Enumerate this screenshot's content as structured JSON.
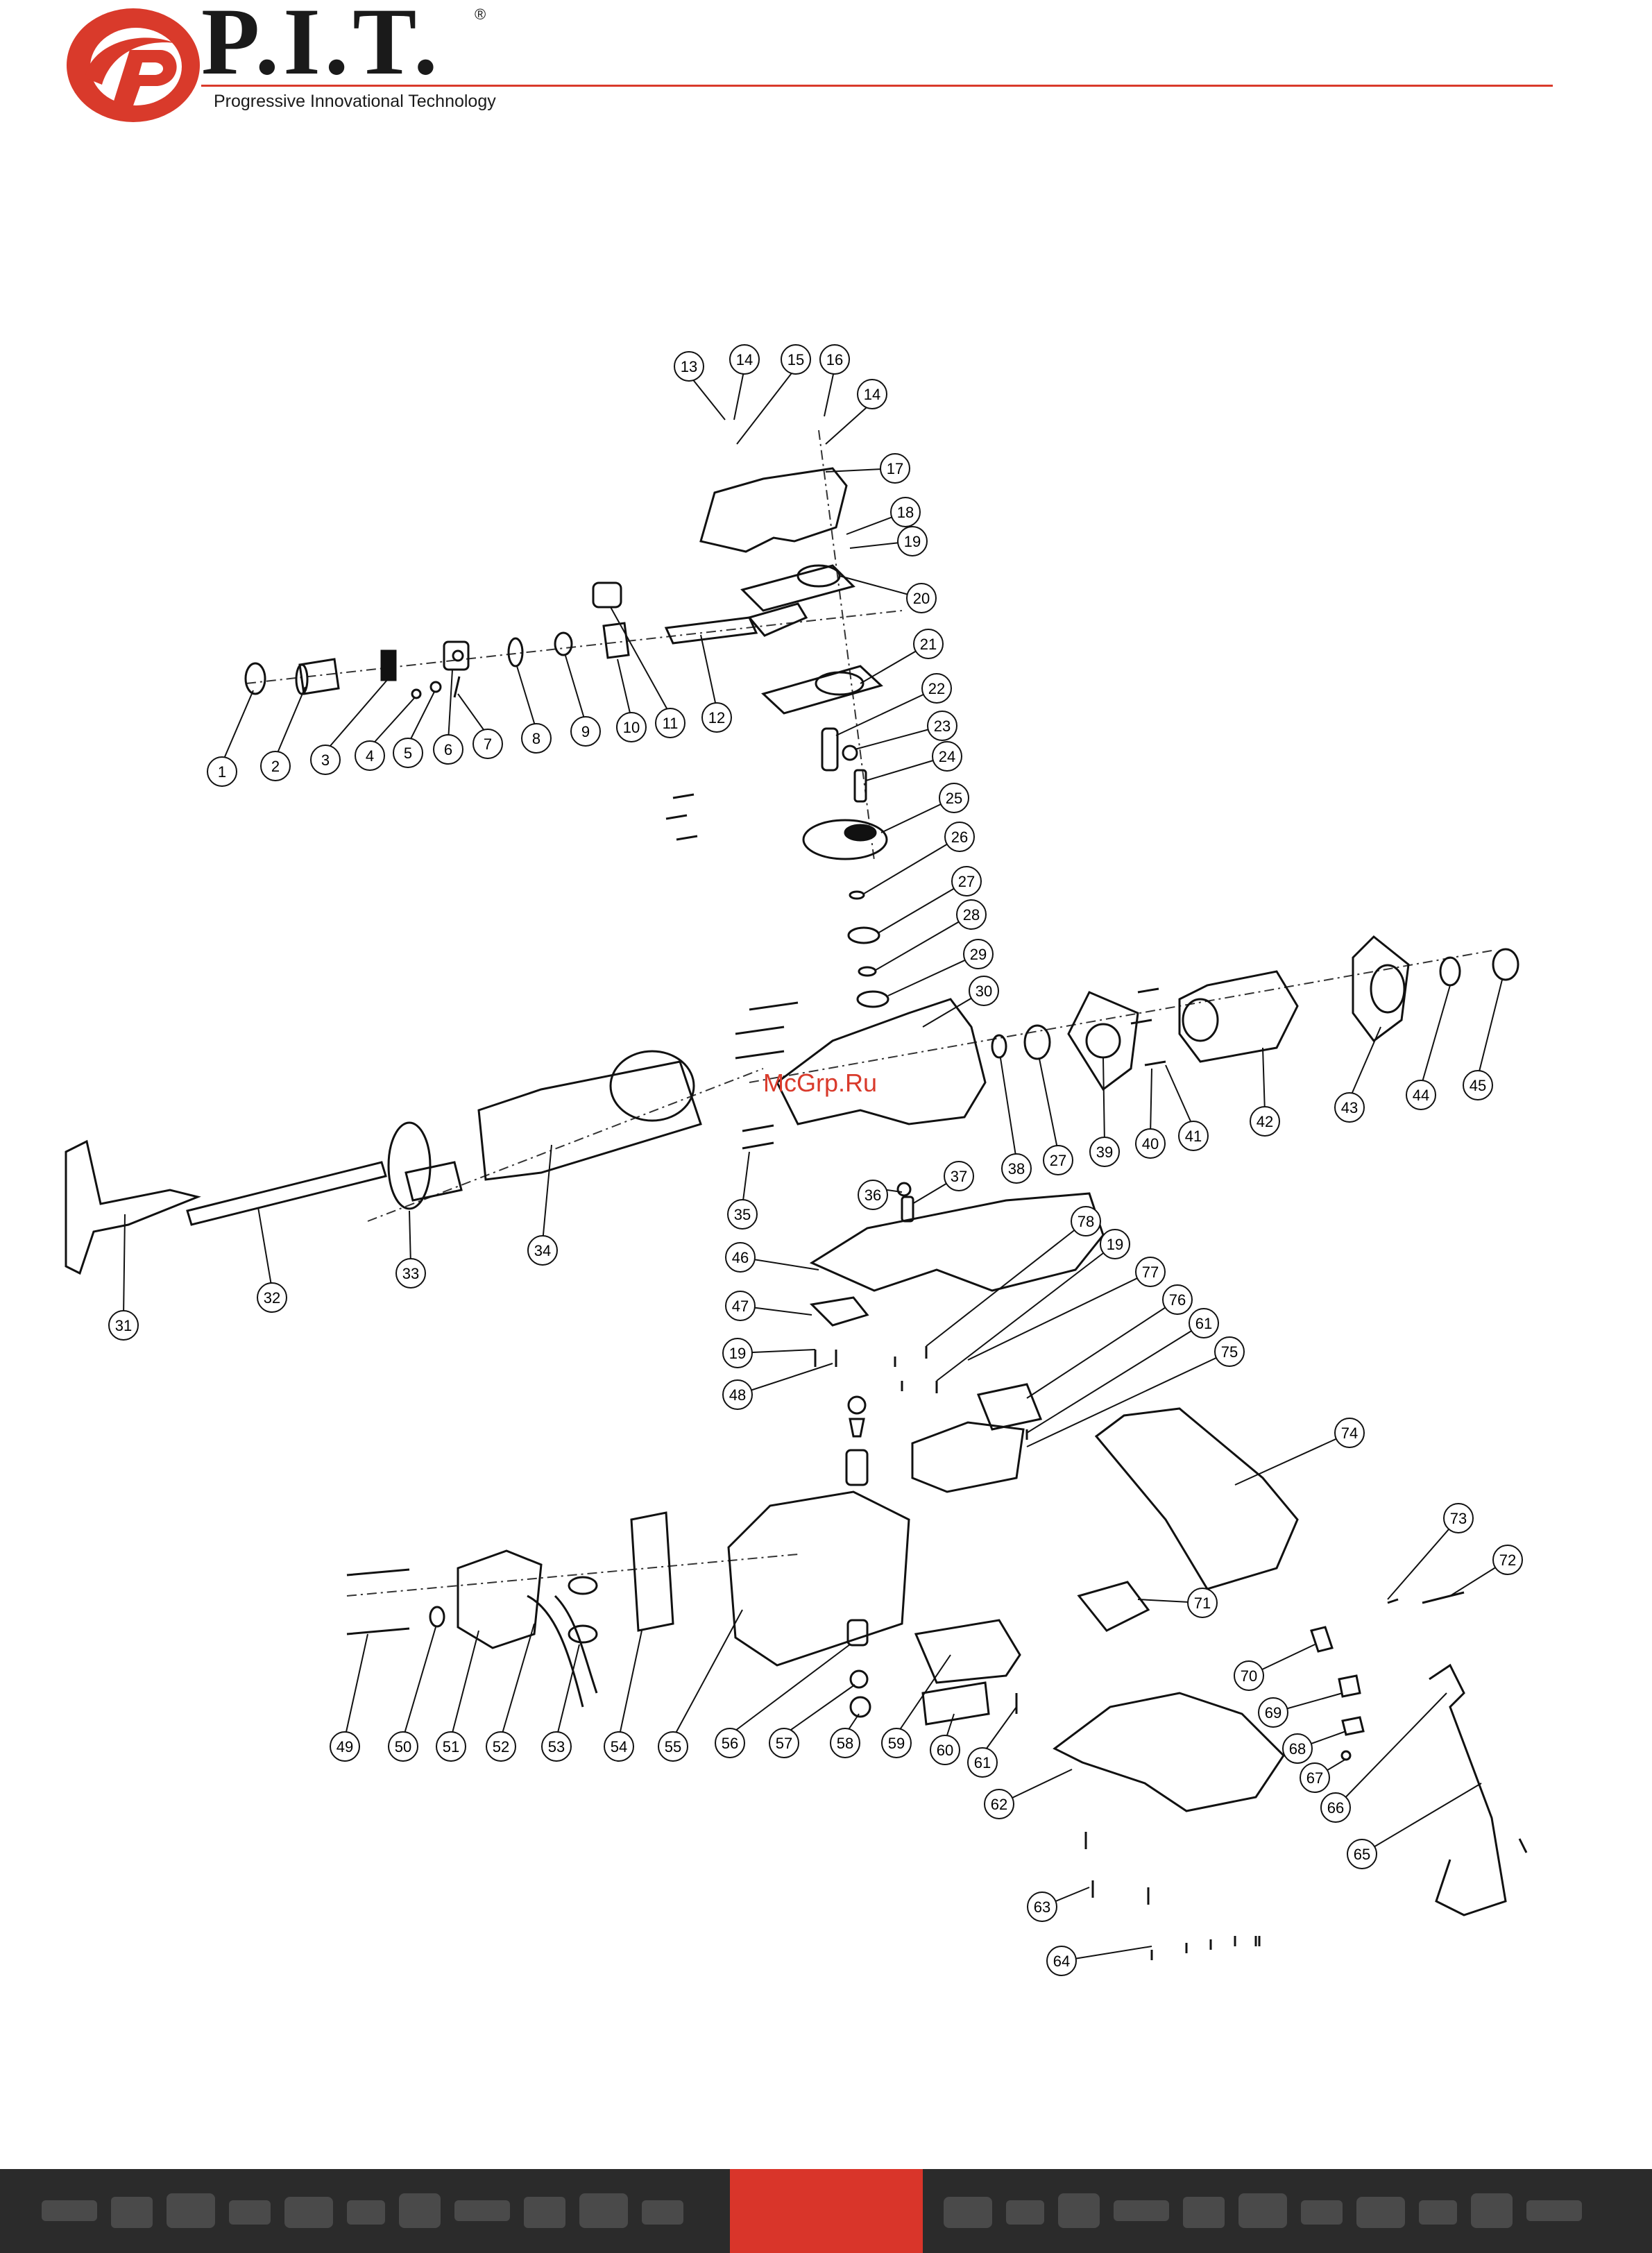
{
  "brand": {
    "name": "P.I.T.",
    "registered_mark": "®",
    "tagline": "Progressive Innovational Technology",
    "accent_color": "#d93a2b"
  },
  "watermark": "McGrp.Ru",
  "callouts": [
    "1",
    "2",
    "3",
    "4",
    "5",
    "6",
    "7",
    "8",
    "9",
    "10",
    "11",
    "12",
    "13",
    "14",
    "15",
    "16",
    "14",
    "17",
    "18",
    "19",
    "20",
    "21",
    "22",
    "23",
    "24",
    "25",
    "26",
    "27",
    "28",
    "29",
    "30",
    "31",
    "32",
    "33",
    "34",
    "35",
    "36",
    "37",
    "38",
    "27",
    "39",
    "40",
    "41",
    "42",
    "43",
    "44",
    "45",
    "46",
    "47",
    "19",
    "48",
    "78",
    "19",
    "77",
    "76",
    "61",
    "75",
    "74",
    "73",
    "72",
    "71",
    "70",
    "69",
    "68",
    "67",
    "66",
    "65",
    "49",
    "50",
    "51",
    "52",
    "53",
    "54",
    "55",
    "56",
    "57",
    "58",
    "59",
    "60",
    "61",
    "62",
    "63",
    "64"
  ],
  "footer": {
    "bar_color": "#2b2b2b",
    "accent_color": "#d9352a"
  }
}
